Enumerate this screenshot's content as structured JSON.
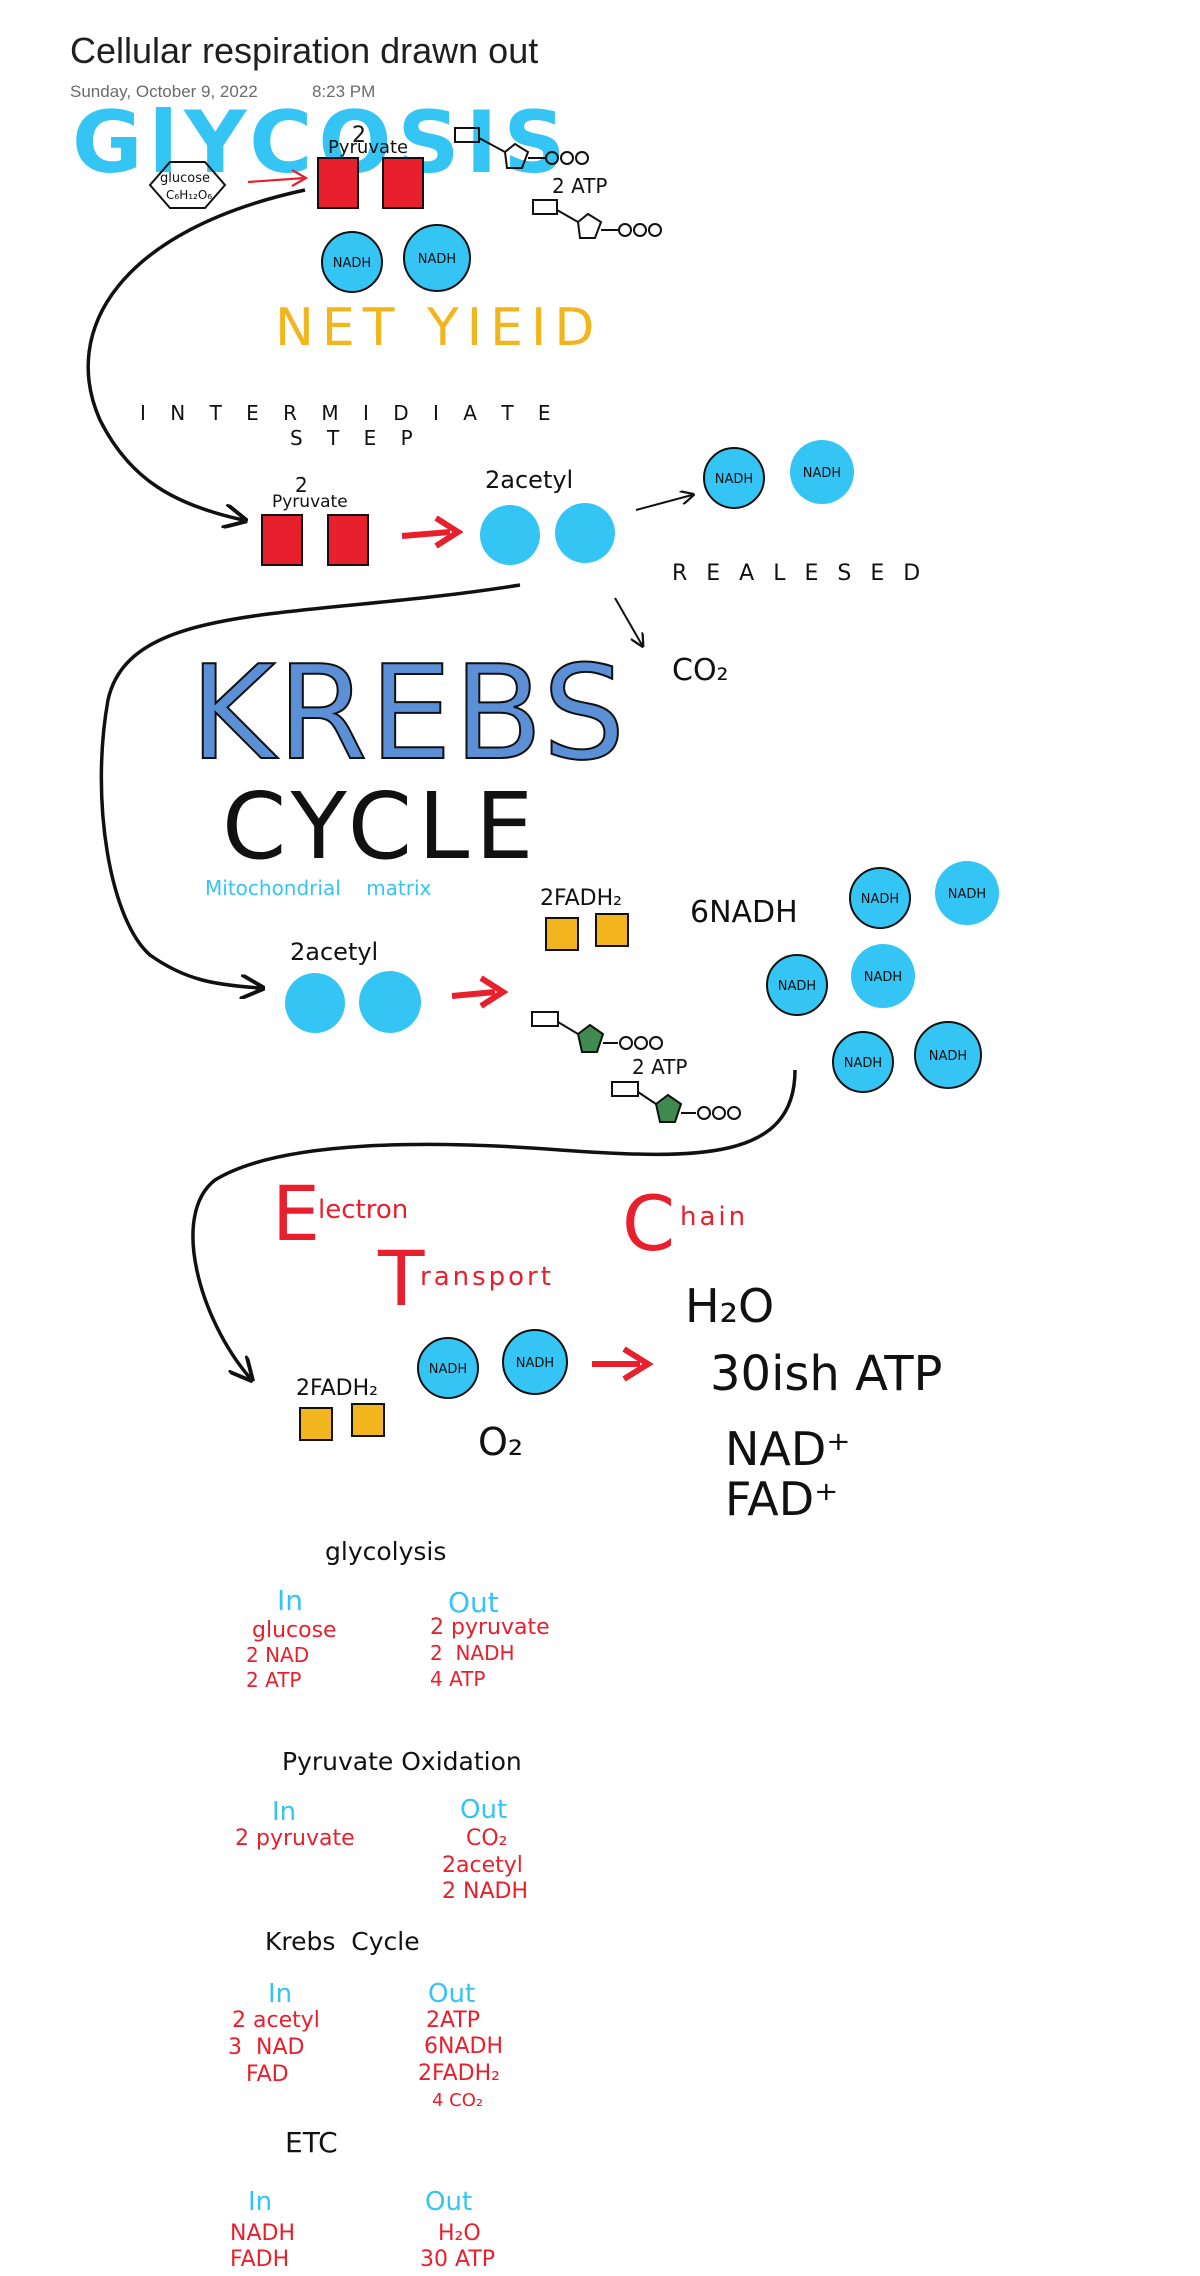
{
  "page": {
    "title": "Cellular respiration drawn out",
    "date": "Sunday, October 9, 2022",
    "time": "8:23 PM"
  },
  "colors": {
    "cyan": "#35c5f4",
    "red": "#e8202e",
    "gold": "#f2b51e",
    "blue": "#5b8fd6",
    "green": "#3e8a4f",
    "ink": "#111111"
  },
  "glycolysis": {
    "heading": "GlYCOSIS",
    "glucose": "glucose",
    "glucose_formula": "C₆H₁₂O₆",
    "pyruvate_count": "2",
    "pyruvate": "Pyruvate",
    "nadh": [
      "NADH",
      "NADH"
    ],
    "atp": "2 ATP",
    "net_yield": "NET YIEID"
  },
  "intermediate": {
    "line1": "I N T E R M I D I A T E",
    "line2": "S T E P",
    "pyruvate_count": "2",
    "pyruvate": "Pyruvate",
    "acetyl": "2acetyl",
    "nadh": [
      "NADH",
      "NADH"
    ],
    "released": "R E A L E S E D",
    "co2": "CO₂"
  },
  "krebs": {
    "heading1": "KREBS",
    "heading2": "CYCLE",
    "location": "Mitochondrial    matrix",
    "acetyl": "2acetyl",
    "fadh": "2FADH₂",
    "nadh_count": "6NADH",
    "nadh": [
      "NADH",
      "NADH",
      "NADH",
      "NADH",
      "NADH",
      "NADH"
    ],
    "atp": "2 ATP"
  },
  "etc": {
    "title_e": "E",
    "title_lectron": "lectron",
    "title_t": "T",
    "title_ransport": "ransport",
    "title_c": "C",
    "title_hain": "hain",
    "fadh": "2FADH₂",
    "nadh": [
      "NADH",
      "NADH"
    ],
    "o2": "O₂",
    "outputs": [
      "H₂O",
      "30ish ATP",
      "NAD⁺",
      "FAD⁺"
    ]
  },
  "summary": [
    {
      "title": "glycolysis",
      "in_label": "In",
      "out_label": "Out",
      "in": [
        "glucose",
        "2 NAD",
        "2 ATP"
      ],
      "out": [
        "2 pyruvate",
        "2  NADH",
        "4 ATP"
      ]
    },
    {
      "title": "Pyruvate Oxidation",
      "in_label": "In",
      "out_label": "Out",
      "in": [
        "2 pyruvate"
      ],
      "out": [
        "CO₂",
        "2acetyl",
        "2 NADH"
      ]
    },
    {
      "title": "Krebs  Cycle",
      "in_label": "In",
      "out_label": "Out",
      "in": [
        "2 acetyl",
        "3  NAD",
        "FAD"
      ],
      "out": [
        "2ATP",
        "6NADH",
        "2FADH₂",
        "4 CO₂"
      ]
    },
    {
      "title": "ETC",
      "in_label": "In",
      "out_label": "Out",
      "in": [
        "NADH",
        "FADH"
      ],
      "out": [
        "H₂O",
        "30 ATP"
      ]
    }
  ]
}
